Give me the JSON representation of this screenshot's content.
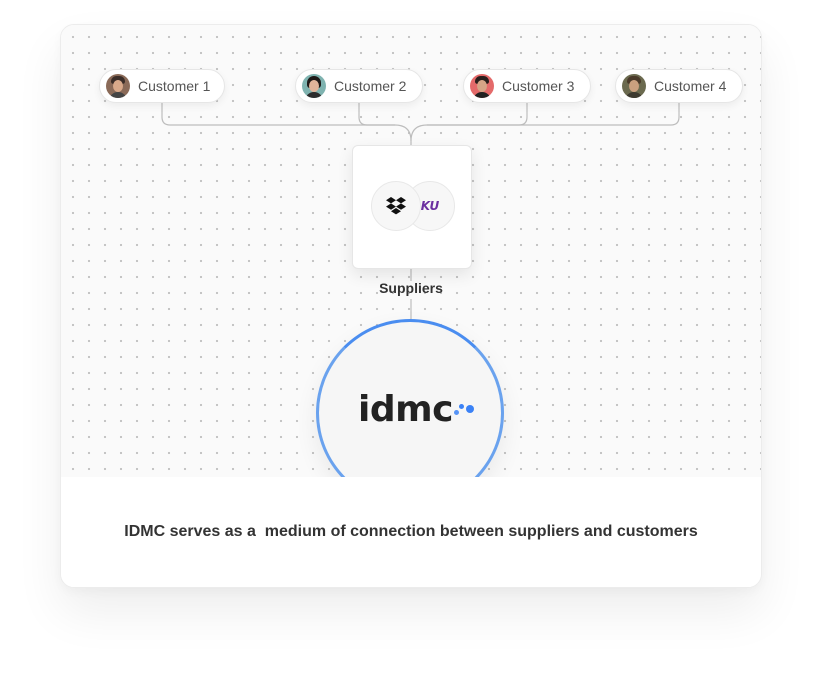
{
  "customers": [
    {
      "label": "Customer 1",
      "avatar": "avatar-person-1-icon"
    },
    {
      "label": "Customer 2",
      "avatar": "avatar-person-2-icon"
    },
    {
      "label": "Customer 3",
      "avatar": "avatar-person-3-icon"
    },
    {
      "label": "Customer 4",
      "avatar": "avatar-person-4-icon"
    }
  ],
  "supplier_node": {
    "label": "Suppliers",
    "logos": [
      {
        "icon": "dropbox-logo-icon"
      },
      {
        "icon": "ku-logo-icon",
        "text": "KU"
      }
    ]
  },
  "hub": {
    "brand": "idmc",
    "accent_color": "#3b82f6",
    "ring_color": "#4a8df0"
  },
  "caption": "IDMC serves as a  medium of connection between suppliers and customers",
  "colors": {
    "grid_dot": "#c2c2c2",
    "connector": "#bdbdbd",
    "ku_purple": "#6b2fa0"
  }
}
